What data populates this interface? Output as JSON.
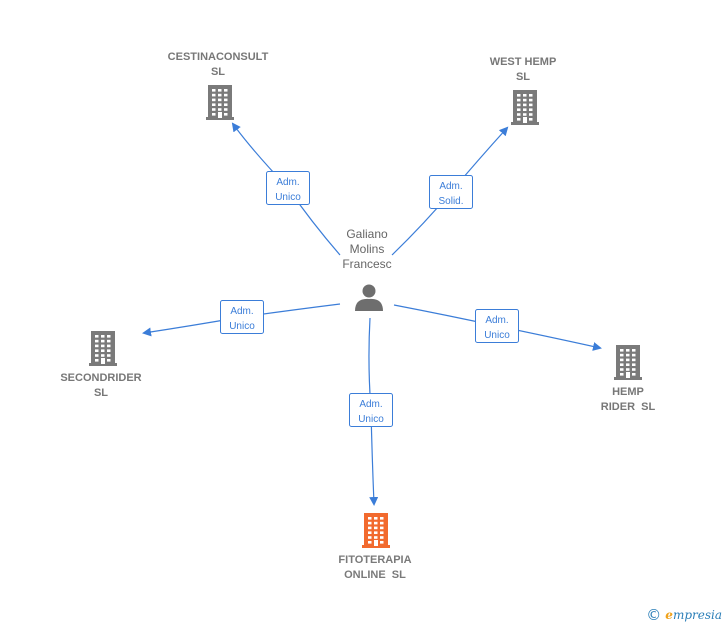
{
  "colors": {
    "edge": "#3b7dd8",
    "company": "#7a7a7a",
    "highlight_company": "#f26a2e",
    "person": "#6e6e6e"
  },
  "person": {
    "icon": "person-icon",
    "label_lines": [
      "Galiano",
      "Molins",
      "Francesc"
    ]
  },
  "companies": [
    {
      "id": "cestinaconsult",
      "label_lines": [
        "CESTINACONSULT",
        "SL"
      ],
      "highlight": false,
      "icon": "building-icon"
    },
    {
      "id": "west-hemp",
      "label_lines": [
        "WEST HEMP",
        "SL"
      ],
      "highlight": false,
      "icon": "building-icon"
    },
    {
      "id": "secondrider",
      "label_lines": [
        "SECONDRIDER",
        "SL"
      ],
      "highlight": false,
      "icon": "building-icon"
    },
    {
      "id": "hemp-rider",
      "label_lines": [
        "HEMP",
        "RIDER  SL"
      ],
      "highlight": false,
      "icon": "building-icon"
    },
    {
      "id": "fitoterapia-online",
      "label_lines": [
        "FITOTERAPIA",
        "ONLINE  SL"
      ],
      "highlight": true,
      "icon": "building-icon"
    }
  ],
  "edges": [
    {
      "to": "cestinaconsult",
      "label_lines": [
        "Adm.",
        "Unico"
      ]
    },
    {
      "to": "west-hemp",
      "label_lines": [
        "Adm.",
        "Solid."
      ]
    },
    {
      "to": "secondrider",
      "label_lines": [
        "Adm.",
        "Unico"
      ]
    },
    {
      "to": "hemp-rider",
      "label_lines": [
        "Adm.",
        "Unico"
      ]
    },
    {
      "to": "fitoterapia-online",
      "label_lines": [
        "Adm.",
        "Unico"
      ]
    }
  ],
  "footer": {
    "copyright_symbol": "©",
    "brand_initial": "e",
    "brand_rest": "mpresia"
  }
}
